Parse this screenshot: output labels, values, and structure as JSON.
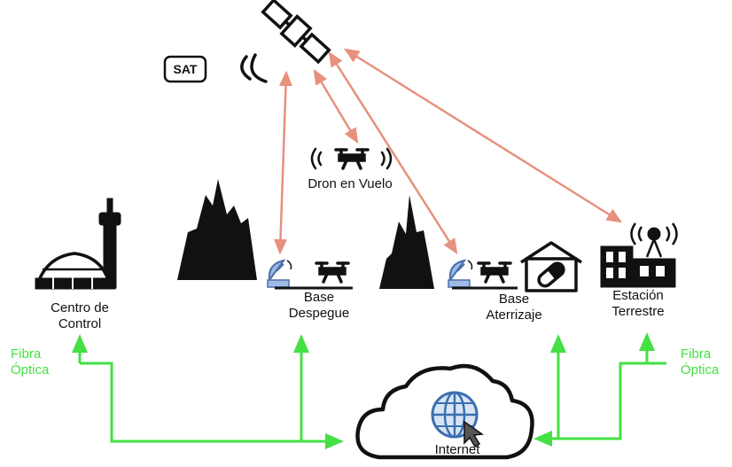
{
  "labels": {
    "sat": "SAT",
    "drone_flight": "Dron en Vuelo",
    "control_center_1": "Centro de",
    "control_center_2": "Control",
    "takeoff_1": "Base",
    "takeoff_2": "Despegue",
    "landing_1": "Base",
    "landing_2": "Aterrizaje",
    "ground_1": "Estación",
    "ground_2": "Terrestre",
    "fiber_left_1": "Fibra",
    "fiber_left_2": "Óptica",
    "fiber_right_1": "Fibra",
    "fiber_right_2": "Óptica",
    "internet": "Internet"
  },
  "colors": {
    "satellite_link": "#e8907e",
    "fiber_link": "#44e044",
    "icon": "#111111",
    "dish": "#6a8fc8",
    "globe": "#3a6fb0"
  },
  "icons": [
    "satellite-icon",
    "signal-waves-icon",
    "drone-icon",
    "tower-icon",
    "mountain-icon",
    "dish-antenna-icon",
    "hospital-pill-icon",
    "ground-station-icon",
    "cloud-icon",
    "globe-cursor-icon"
  ]
}
